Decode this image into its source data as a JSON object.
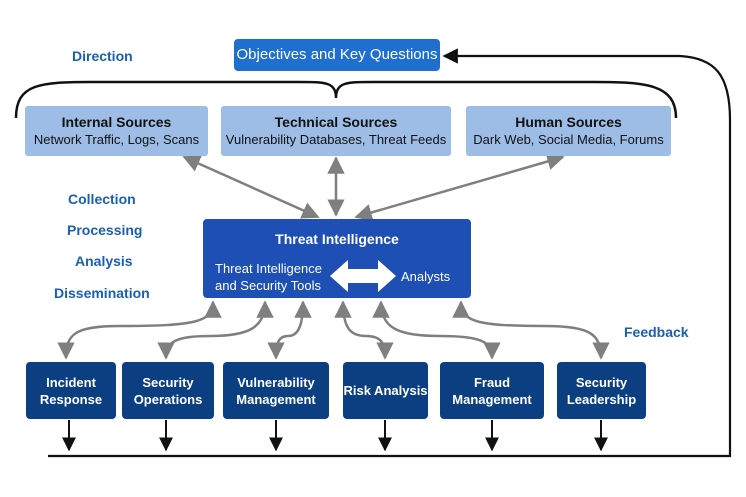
{
  "stages": {
    "direction": "Direction",
    "collection": "Collection",
    "processing": "Processing",
    "analysis": "Analysis",
    "dissemination": "Dissemination",
    "feedback": "Feedback"
  },
  "objectives": {
    "label": "Objectives and Key Questions"
  },
  "sources": [
    {
      "title": "Internal Sources",
      "subtitle": "Network Traffic, Logs, Scans"
    },
    {
      "title": "Technical Sources",
      "subtitle": "Vulnerability Databases, Threat Feeds"
    },
    {
      "title": "Human Sources",
      "subtitle": "Dark Web, Social Media, Forums"
    }
  ],
  "threat_intel": {
    "title": "Threat Intelligence",
    "tools": "Threat Intelligence and Security Tools",
    "analysts": "Analysts"
  },
  "consumers": [
    {
      "label": "Incident Response"
    },
    {
      "label": "Security Operations"
    },
    {
      "label": "Vulnerability Management"
    },
    {
      "label": "Risk Analysis"
    },
    {
      "label": "Fraud Management"
    },
    {
      "label": "Security Leadership"
    }
  ],
  "colors": {
    "top_box": "#1f6fd0",
    "source_box": "#9dbde7",
    "core_box": "#1d4fb4",
    "consumer_box": "#0c3f82",
    "stage_label": "#1a5fb4",
    "arrow_gray": "#7f7f7f"
  }
}
